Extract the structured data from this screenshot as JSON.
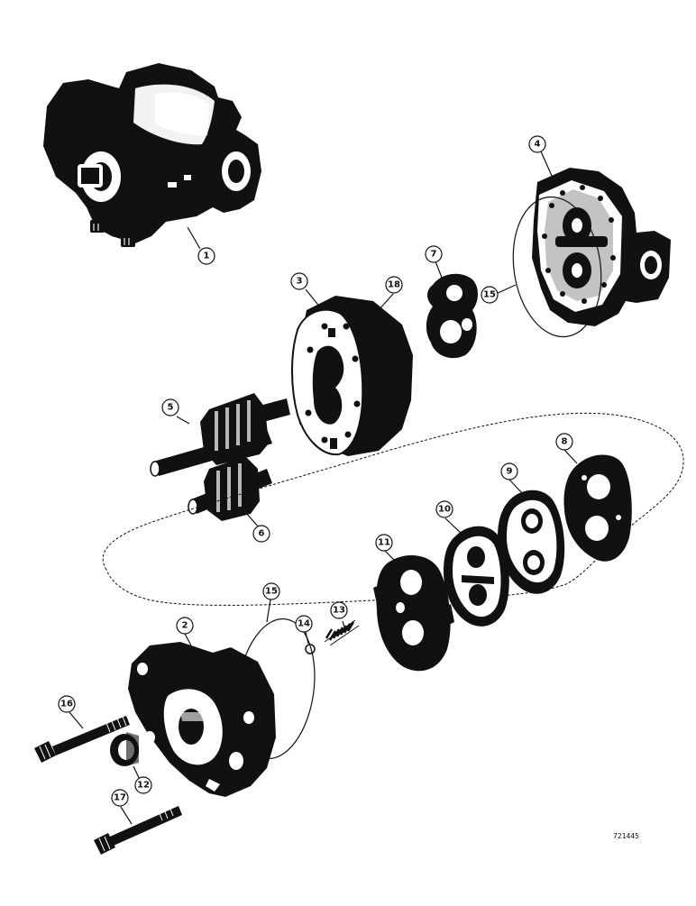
{
  "drawing_code": "721445",
  "callouts": [
    {
      "id": "c1",
      "label": "1"
    },
    {
      "id": "c2",
      "label": "2"
    },
    {
      "id": "c3",
      "label": "3"
    },
    {
      "id": "c4",
      "label": "4"
    },
    {
      "id": "c5",
      "label": "5"
    },
    {
      "id": "c6",
      "label": "6"
    },
    {
      "id": "c7",
      "label": "7"
    },
    {
      "id": "c8",
      "label": "8"
    },
    {
      "id": "c9",
      "label": "9"
    },
    {
      "id": "c10",
      "label": "10"
    },
    {
      "id": "c11",
      "label": "11"
    },
    {
      "id": "c12",
      "label": "12"
    },
    {
      "id": "c13",
      "label": "13"
    },
    {
      "id": "c14",
      "label": "14"
    },
    {
      "id": "c15a",
      "label": "15"
    },
    {
      "id": "c15b",
      "label": "15"
    },
    {
      "id": "c16",
      "label": "16"
    },
    {
      "id": "c17",
      "label": "17"
    },
    {
      "id": "c18",
      "label": "18"
    }
  ]
}
